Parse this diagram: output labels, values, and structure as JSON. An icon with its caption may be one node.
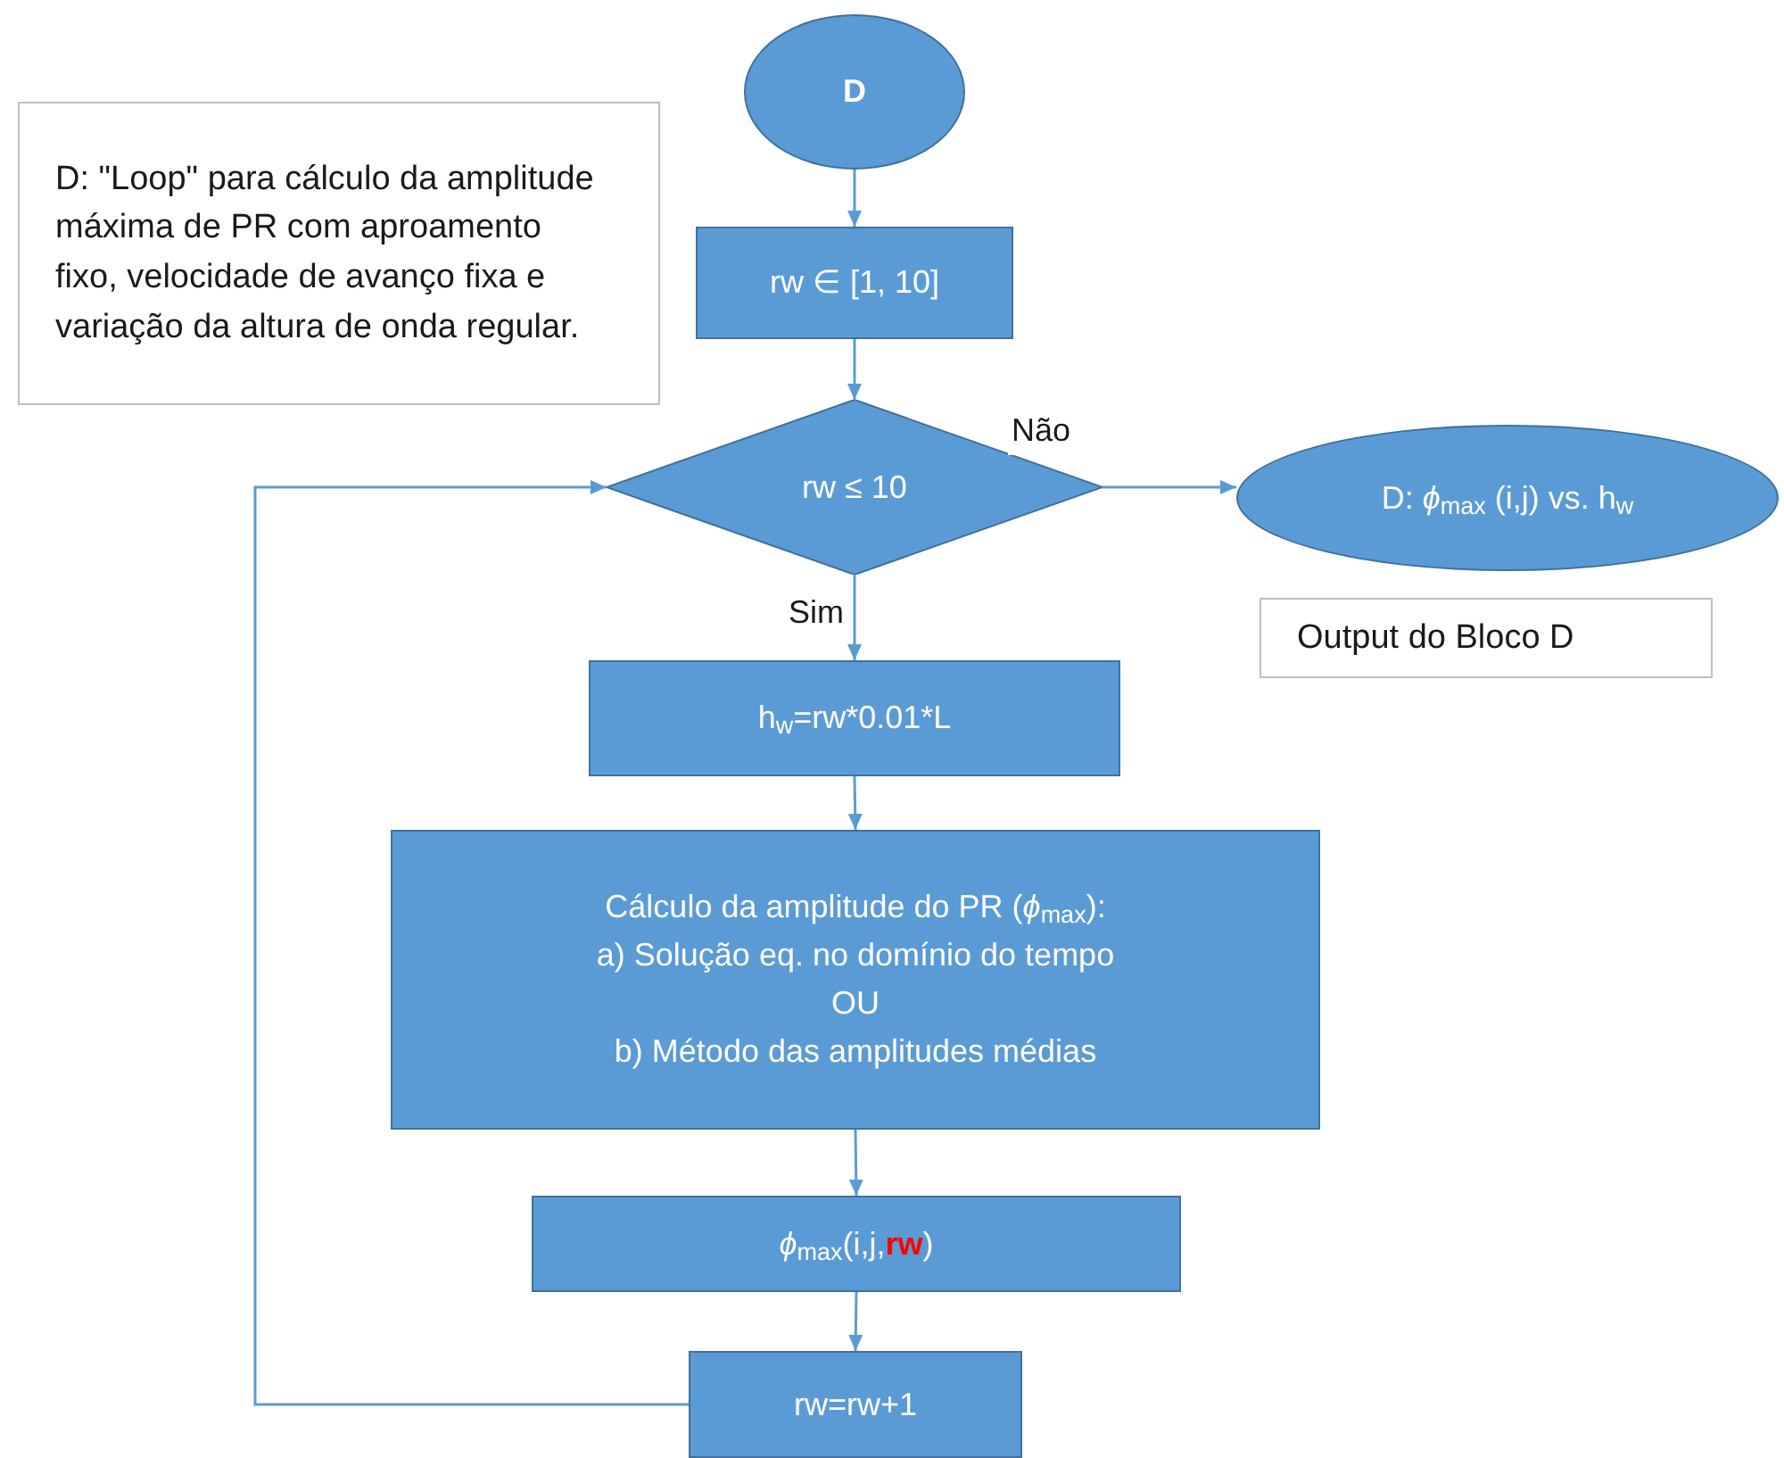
{
  "diagram": {
    "nodes": [
      {
        "text": [
          "D"
        ]
      },
      {
        "text": [
          "D: \"Loop\" para cálculo da amplitude máxima de PR com aproamento fixo, velocidade de avanço fixa e variação da altura de onda regular."
        ]
      },
      {
        "text": [
          "rw ∈ [1, 10]"
        ]
      },
      {
        "text": [
          "rw ≤ 10"
        ]
      },
      {
        "text": [
          "D: *ϕ*$_{max}$ (i,j) vs. h$_{w}$"
        ]
      },
      {
        "text": [
          "Output do Bloco D"
        ]
      },
      {
        "text": [
          "h$_{w}$=rw*0.01*L"
        ]
      },
      {
        "text": [
          "Cálculo da amplitude do PR (*ϕ*$_{max}$):",
          "a) Solução eq. no domínio do tempo",
          "OU",
          "b) Método das amplitudes médias"
        ]
      },
      {
        "text": [
          "*ϕ*$_{max}$(i,j,**rw**)"
        ]
      },
      {
        "text": [
          "rw=rw+1"
        ]
      }
    ],
    "edges": [
      {
        "from": 0,
        "to": 2,
        "arrow": "to"
      },
      {
        "from": 2,
        "to": 3,
        "arrow": "to"
      },
      {
        "from": 3,
        "to": 4,
        "arrow": "to",
        "label": "Não"
      },
      {
        "from": 3,
        "to": 6,
        "arrow": "to",
        "label": "Sim"
      },
      {
        "from": 6,
        "to": 7,
        "arrow": "to"
      },
      {
        "from": 7,
        "to": 8,
        "arrow": "to"
      },
      {
        "from": 8,
        "to": 9,
        "arrow": "to"
      },
      {
        "from": 9,
        "to": 3,
        "arrow": "to"
      }
    ]
  }
}
